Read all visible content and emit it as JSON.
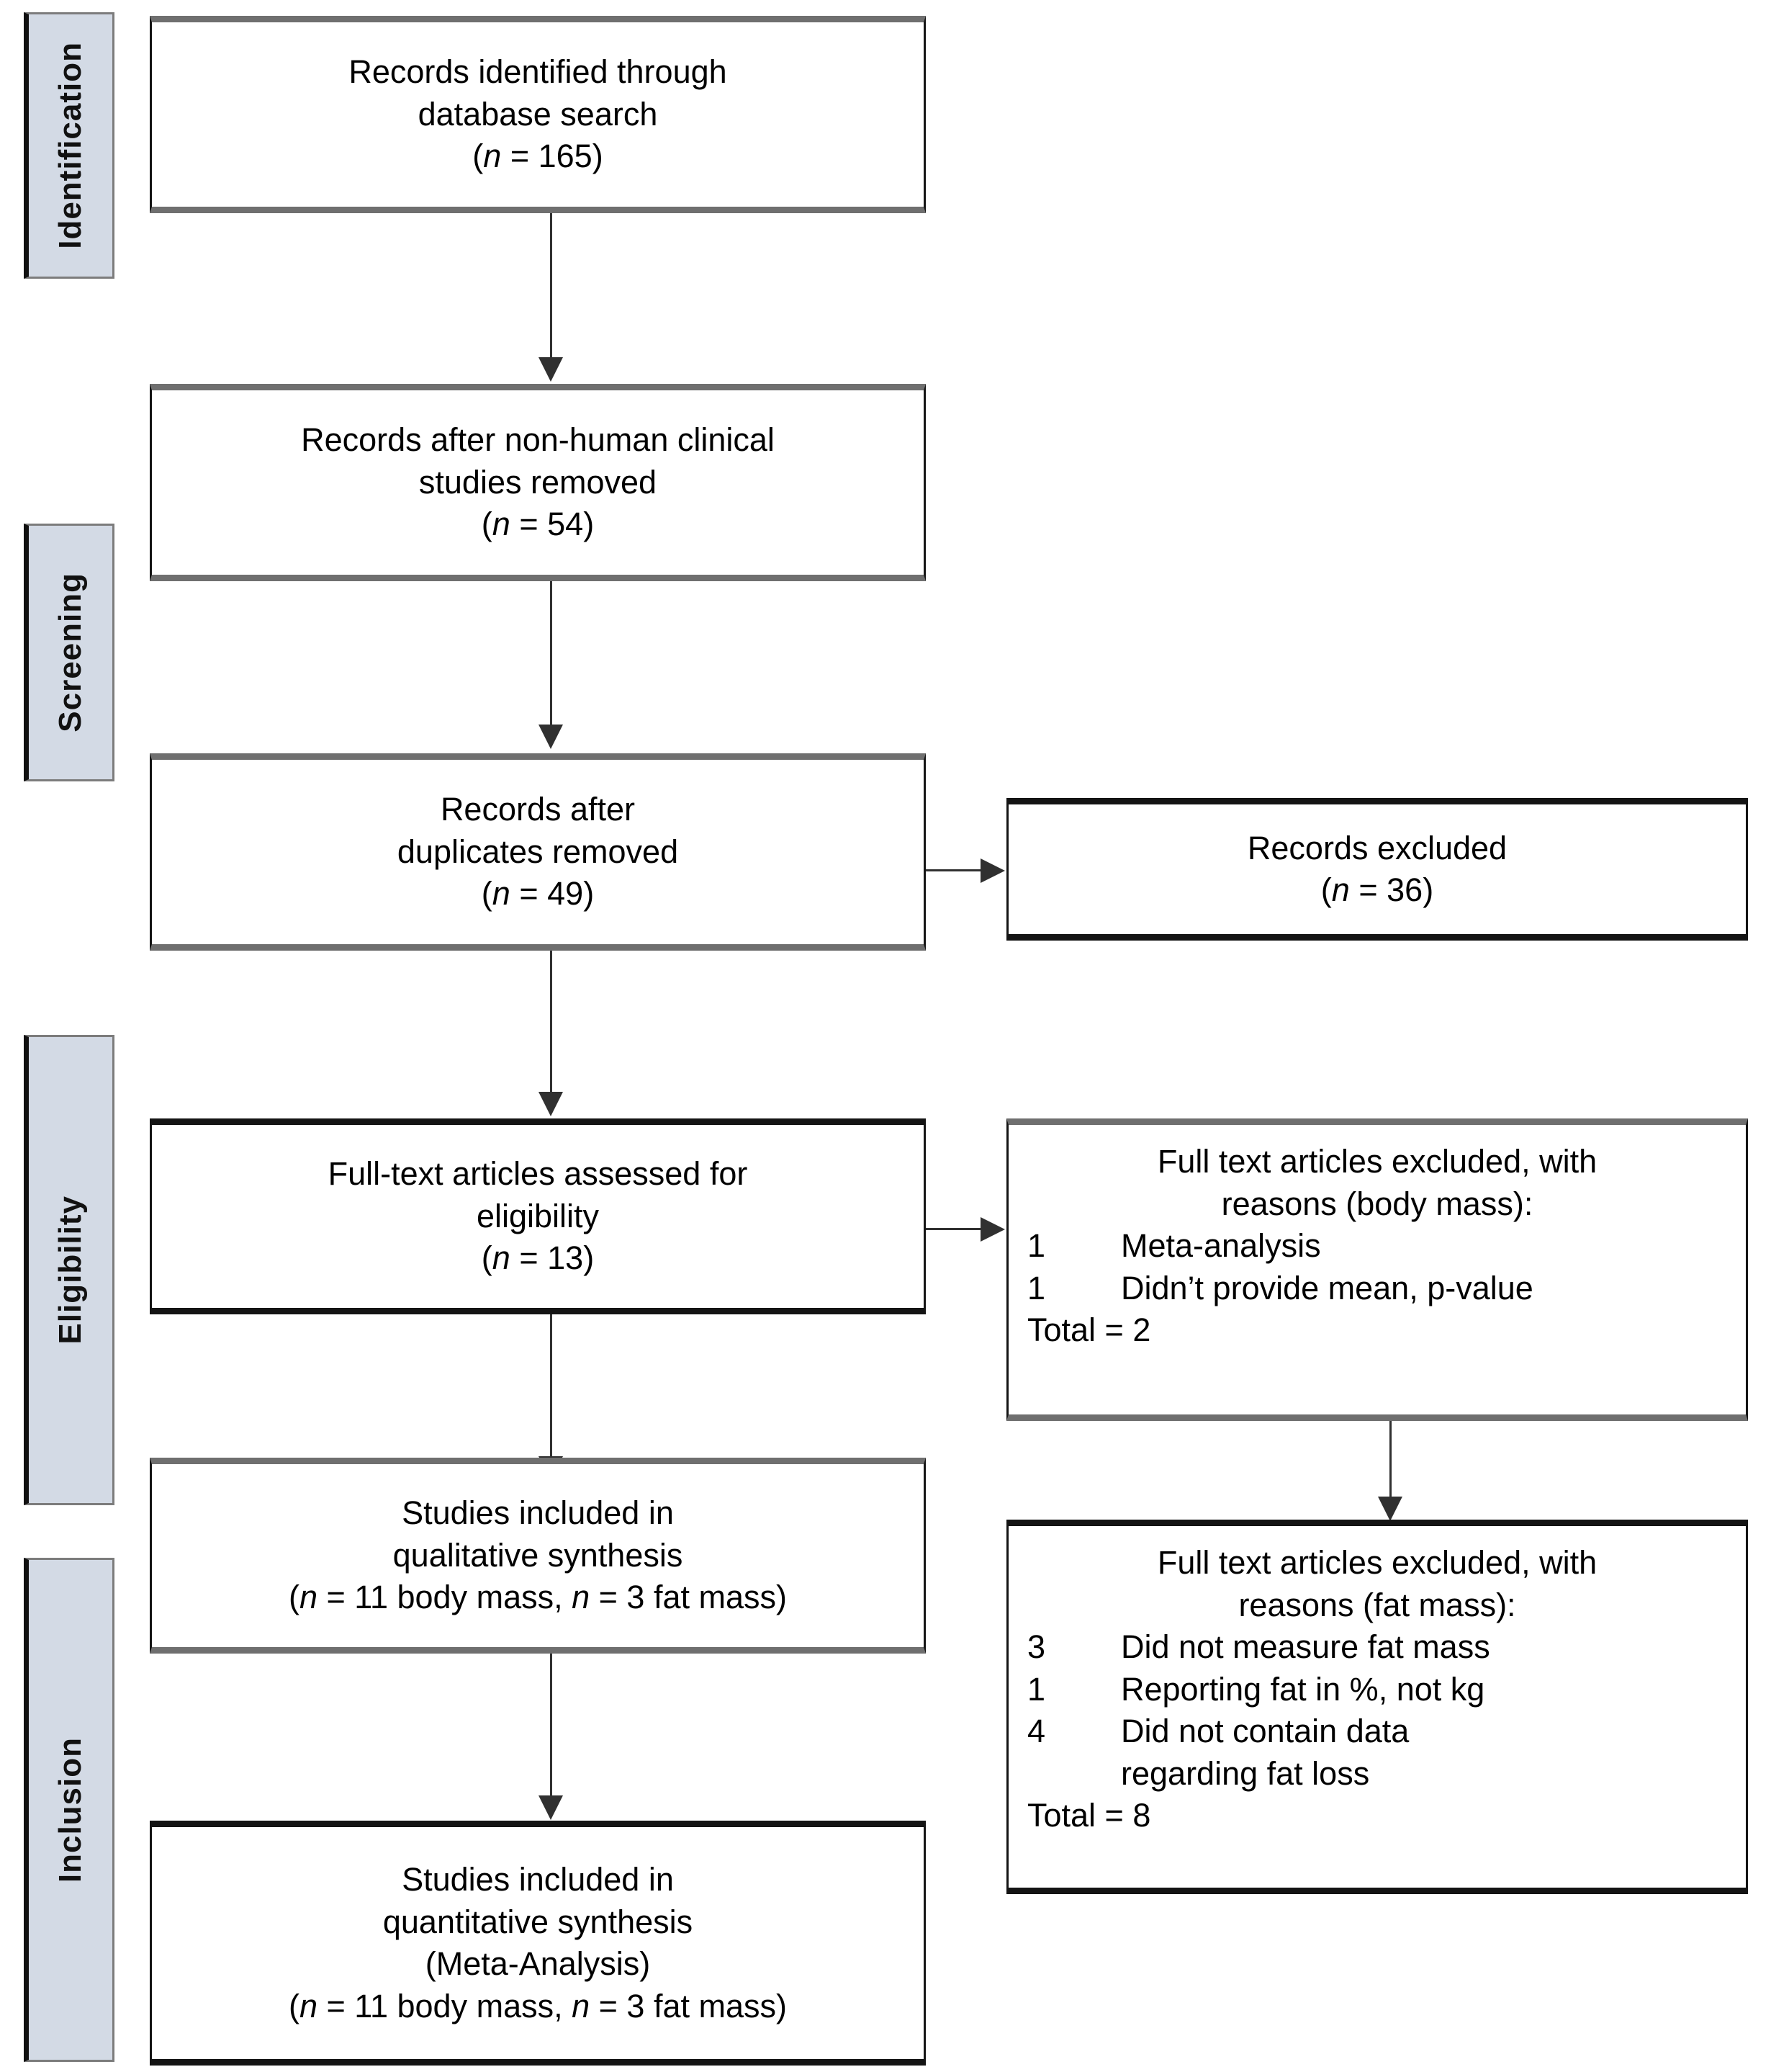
{
  "diagram": {
    "type": "PRISMA flow diagram",
    "accent_sidebar_fill": "#d3dae5",
    "accent_sidebar_border": "#7c7c7c",
    "box_border": "#141414",
    "connector_color": "#303030"
  },
  "phases": [
    {
      "id": "identification",
      "label": "Identification"
    },
    {
      "id": "screening",
      "label": "Screening"
    },
    {
      "id": "eligibility",
      "label": "Eligibility"
    },
    {
      "id": "inclusion",
      "label": "Inclusion"
    }
  ],
  "nodes": {
    "identified": {
      "line1": "Records identified through",
      "line2": "database search",
      "count_prefix": "(",
      "count_var": "n",
      "count_eq": " = ",
      "count_value": "165",
      "count_suffix": ")"
    },
    "nonhuman_removed": {
      "line1": "Records after non-human clinical",
      "line2": "studies removed",
      "count_var": "n",
      "count_value": "54"
    },
    "duplicates_removed": {
      "line1": "Records after",
      "line2": "duplicates removed",
      "count_var": "n",
      "count_value": "49"
    },
    "records_excluded": {
      "line1": "Records excluded",
      "count_var": "n",
      "count_value": "36"
    },
    "fulltext_assessed": {
      "line1": "Full-text articles assessed for",
      "line2": "eligibility",
      "count_var": "n",
      "count_value": "13"
    },
    "excluded_body_mass": {
      "heading_line1": "Full text articles excluded, with",
      "heading_line2": "reasons (body mass):",
      "reasons": [
        {
          "count": "1",
          "text": "Meta-analysis"
        },
        {
          "count": "1",
          "text": "Didn’t provide mean, p-value"
        }
      ],
      "total_label": "Total = 2"
    },
    "excluded_fat_mass": {
      "heading_line1": "Full text articles excluded, with",
      "heading_line2": "reasons (fat mass):",
      "reasons": [
        {
          "count": "3",
          "text": "Did not measure fat mass"
        },
        {
          "count": "1",
          "text": "Reporting fat in %, not kg"
        },
        {
          "count": "4",
          "text": "Did not contain data",
          "continuation": "regarding fat loss"
        }
      ],
      "total_label": "Total = 8"
    },
    "qualitative": {
      "line1": "Studies included in",
      "line2": "qualitative synthesis",
      "count_text_a": "(",
      "count_var_a": "n",
      "count_mid_a": " = 11 body mass, ",
      "count_var_b": "n",
      "count_mid_b": " = 3 fat mass",
      "count_text_b": ")"
    },
    "quantitative": {
      "line1": "Studies included in",
      "line2": "quantitative synthesis",
      "line3": "(Meta-Analysis)",
      "count_text_a": "(",
      "count_var_a": "n",
      "count_mid_a": " = 11 body mass, ",
      "count_var_b": "n",
      "count_mid_b": " = 3 fat mass",
      "count_text_b": ")"
    }
  }
}
